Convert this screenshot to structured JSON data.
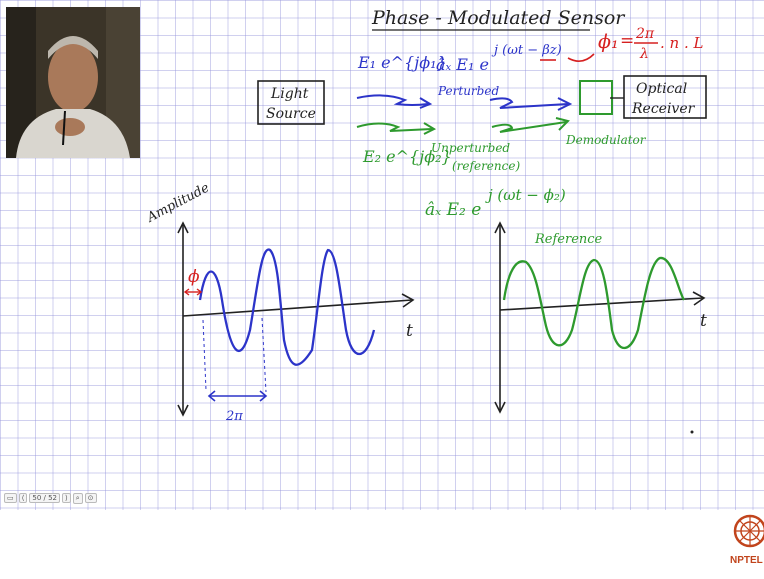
{
  "title": "Phase - Modulated Sensor",
  "formula": {
    "phi": "ϕ₁",
    "eq": "=",
    "num": "2π",
    "den": "λ",
    "rest": ". n . L"
  },
  "signal1": {
    "field": "E₁ e^{jϕ₁}",
    "expr_base": "âₓ E₁ e",
    "expr_exp": "j (ωt − βz)",
    "label": "Perturbed",
    "color": "#2c34c9"
  },
  "signal2": {
    "field": "E₂ e^{jϕ₂}",
    "expr_base": "âₓ E₂ e",
    "expr_exp": "j (ωt − ϕ₂)",
    "label1": "Unperturbed",
    "label2": "(reference)",
    "color": "#2e9a2e"
  },
  "blocks": {
    "light_source": [
      "Light",
      "Source"
    ],
    "optical_receiver": [
      "Optical",
      "Receiver"
    ],
    "demodulator": "Demodulator"
  },
  "plot1": {
    "ylabel": "Amplitude",
    "xlabel": "t",
    "phase_label": "ϕ",
    "period_label": "2π",
    "phase_color": "#d62020"
  },
  "plot2": {
    "title": "Reference",
    "xlabel": "t"
  },
  "toolbar": {
    "page": "50 / 52",
    "items": [
      "▭",
      "⟨",
      "50 / 52",
      "⟩",
      "⌕",
      "⊙"
    ]
  },
  "logo": {
    "text": "NPTEL",
    "color": "#c1441c"
  }
}
